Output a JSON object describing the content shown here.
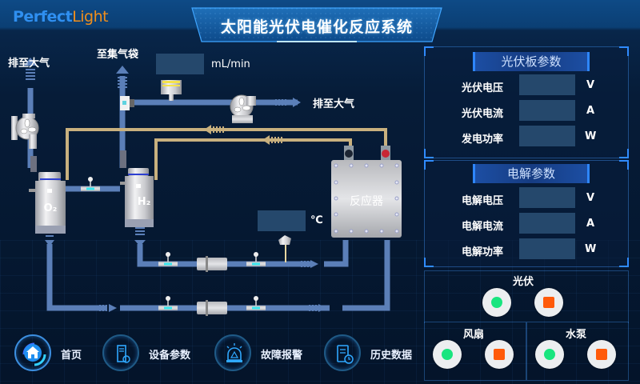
{
  "header": {
    "logo_part1": "Perfect",
    "logo_part2": "Light",
    "title": "太阳能光伏电催化反应系统"
  },
  "diagram": {
    "vent_left_label": "排至大气",
    "gas_bag_label": "至集气袋",
    "vent_right_label": "排至大气",
    "flow_unit": "mL/min",
    "flow_value": "",
    "temp_unit": "℃",
    "temp_value": "",
    "reactor_label": "反应器",
    "tank_o2_label": "O₂",
    "tank_h2_label": "H₂"
  },
  "pv_panel": {
    "title": "光伏板参数",
    "rows": [
      {
        "label": "光伏电压",
        "value": "",
        "unit": "V"
      },
      {
        "label": "光伏电流",
        "value": "",
        "unit": "A"
      },
      {
        "label": "发电功率",
        "value": "",
        "unit": "W"
      }
    ]
  },
  "electrolysis_panel": {
    "title": "电解参数",
    "rows": [
      {
        "label": "电解电压",
        "value": "",
        "unit": "V"
      },
      {
        "label": "电解电流",
        "value": "",
        "unit": "A"
      },
      {
        "label": "电解功率",
        "value": "",
        "unit": "W"
      }
    ]
  },
  "controls": {
    "pv": {
      "label": "光伏",
      "start": "start-icon",
      "stop": "stop-icon"
    },
    "fan": {
      "label": "风扇",
      "start": "start-icon",
      "stop": "stop-icon"
    },
    "pump": {
      "label": "水泵",
      "start": "start-icon",
      "stop": "stop-icon"
    },
    "colors": {
      "start": "#18e57f",
      "stop": "#ff5a0a"
    }
  },
  "nav": [
    {
      "label": "首页",
      "icon": "home-icon",
      "active": true
    },
    {
      "label": "设备参数",
      "icon": "device-settings-icon",
      "active": false
    },
    {
      "label": "故障报警",
      "icon": "alarm-icon",
      "active": false
    },
    {
      "label": "历史数据",
      "icon": "history-icon",
      "active": false
    }
  ]
}
